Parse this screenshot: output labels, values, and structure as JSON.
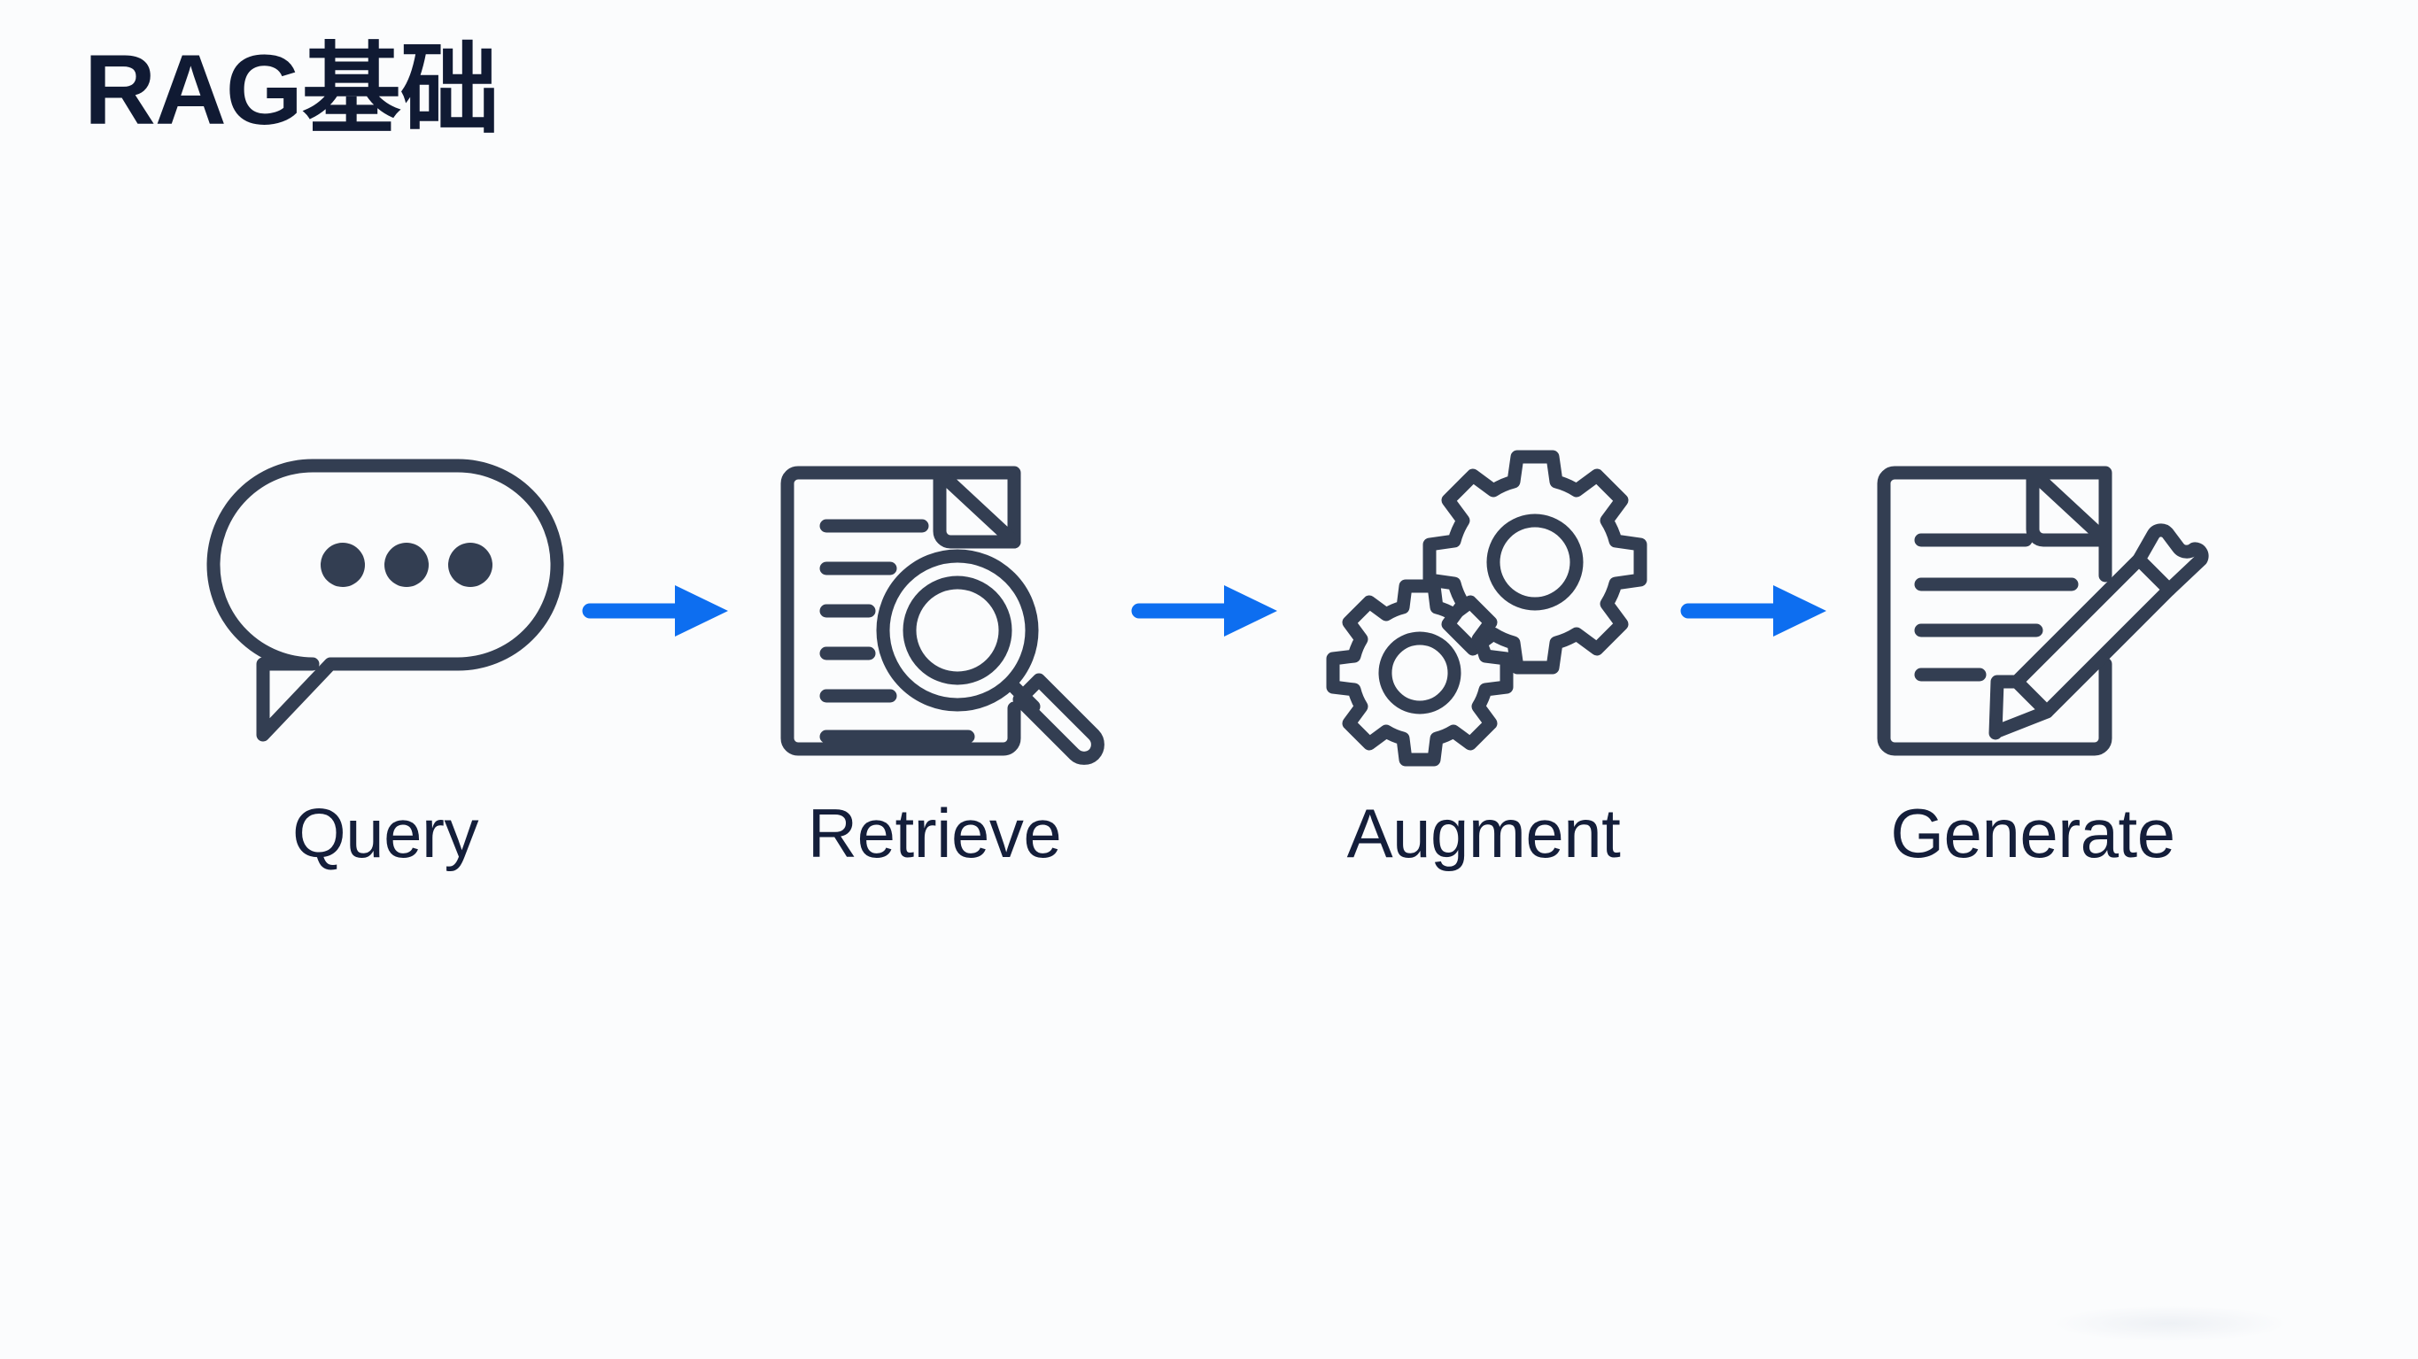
{
  "slide": {
    "title": "RAG基础",
    "background_color": "#fbfcfd",
    "title_color": "#101a33",
    "icon_color": "#333e52",
    "accent_color": "#0d6ef0",
    "label_color": "#141e3a"
  },
  "flow": {
    "steps": [
      {
        "label": "Query",
        "icon": "speech-bubble-dots-icon"
      },
      {
        "label": "Retrieve",
        "icon": "document-magnifier-icon"
      },
      {
        "label": "Augment",
        "icon": "two-gears-icon"
      },
      {
        "label": "Generate",
        "icon": "document-pencil-icon"
      }
    ],
    "arrows": [
      {
        "name": "arrow-query-to-retrieve",
        "direction": "right"
      },
      {
        "name": "arrow-retrieve-to-augment",
        "direction": "right"
      },
      {
        "name": "arrow-augment-to-generate",
        "direction": "right"
      }
    ]
  }
}
